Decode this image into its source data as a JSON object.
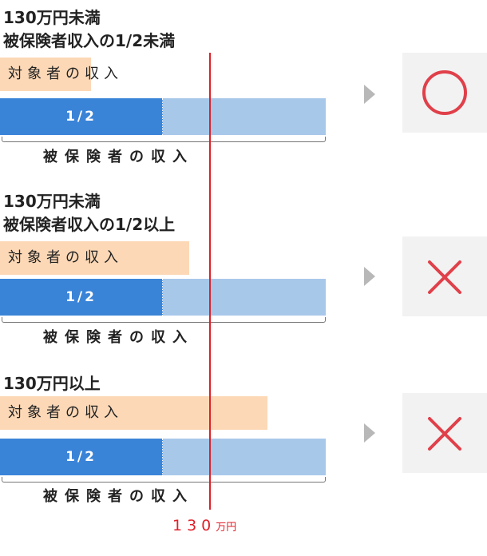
{
  "colors": {
    "dependent_bar": "#fcd8b6",
    "insured_half": "#3a84d8",
    "insured_full": "#a8c8ea",
    "threshold": "#e0202a",
    "circle": "#e0404a",
    "cross": "#e0404a",
    "result_bg": "#f2f2f2",
    "arrow": "#b8b8b8"
  },
  "cases": [
    {
      "heading_line1": "130万円未満",
      "heading_line2": "被保険者収入の1/2未満",
      "dependent_label": "対象者の収入",
      "dependent_income_fraction_of_insured": 0.28,
      "insured_half_label": "1/2",
      "insured_label": "被保険者の収入",
      "result": "circle",
      "result_icon": "circle-icon"
    },
    {
      "heading_line1": "130万円未満",
      "heading_line2": "被保険者収入の1/2以上",
      "dependent_label": "対象者の収入",
      "dependent_income_fraction_of_insured": 0.58,
      "insured_half_label": "1/2",
      "insured_label": "被保険者の収入",
      "result": "cross",
      "result_icon": "cross-icon"
    },
    {
      "heading_line1": "130万円以上",
      "heading_line2": "",
      "dependent_label": "対象者の収入",
      "dependent_income_fraction_of_insured": 0.82,
      "insured_half_label": "1/2",
      "insured_label": "被保険者の収入",
      "result": "cross",
      "result_icon": "cross-icon"
    }
  ],
  "threshold": {
    "value": "130",
    "unit": "万円"
  }
}
